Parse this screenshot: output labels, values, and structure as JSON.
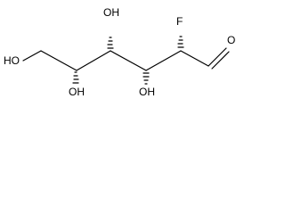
{
  "molecule": {
    "atoms": [
      {
        "id": "ho_c6",
        "text": "HO"
      },
      {
        "id": "oh_c5",
        "text": "OH"
      },
      {
        "id": "oh_c4",
        "text": "OH"
      },
      {
        "id": "oh_c3",
        "text": "OH"
      },
      {
        "id": "f_c2",
        "text": "F"
      },
      {
        "id": "o_c1",
        "text": "O"
      }
    ]
  }
}
